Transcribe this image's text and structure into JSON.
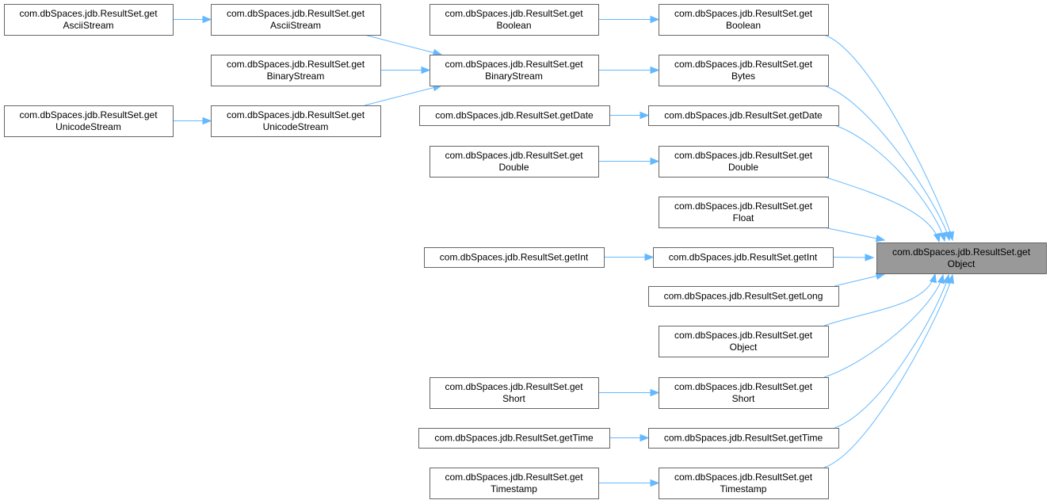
{
  "diagram": {
    "nodes": [
      {
        "id": "target",
        "lines": [
          "com.dbSpaces.jdb.ResultSet.get",
          "Object"
        ],
        "highlighted": true
      },
      {
        "id": "c-boolean",
        "lines": [
          "com.dbSpaces.jdb.ResultSet.get",
          "Boolean"
        ]
      },
      {
        "id": "c-bytes",
        "lines": [
          "com.dbSpaces.jdb.ResultSet.get",
          "Bytes"
        ]
      },
      {
        "id": "c-date",
        "lines": [
          "com.dbSpaces.jdb.ResultSet.getDate"
        ]
      },
      {
        "id": "c-double",
        "lines": [
          "com.dbSpaces.jdb.ResultSet.get",
          "Double"
        ]
      },
      {
        "id": "c-float",
        "lines": [
          "com.dbSpaces.jdb.ResultSet.get",
          "Float"
        ]
      },
      {
        "id": "c-int",
        "lines": [
          "com.dbSpaces.jdb.ResultSet.getInt"
        ]
      },
      {
        "id": "c-long",
        "lines": [
          "com.dbSpaces.jdb.ResultSet.getLong"
        ]
      },
      {
        "id": "c-object",
        "lines": [
          "com.dbSpaces.jdb.ResultSet.get",
          "Object"
        ]
      },
      {
        "id": "c-short",
        "lines": [
          "com.dbSpaces.jdb.ResultSet.get",
          "Short"
        ]
      },
      {
        "id": "c-time",
        "lines": [
          "com.dbSpaces.jdb.ResultSet.getTime"
        ]
      },
      {
        "id": "c-timestamp",
        "lines": [
          "com.dbSpaces.jdb.ResultSet.get",
          "Timestamp"
        ]
      },
      {
        "id": "b-boolean",
        "lines": [
          "com.dbSpaces.jdb.ResultSet.get",
          "Boolean"
        ]
      },
      {
        "id": "b-binary",
        "lines": [
          "com.dbSpaces.jdb.ResultSet.get",
          "BinaryStream"
        ]
      },
      {
        "id": "b-date",
        "lines": [
          "com.dbSpaces.jdb.ResultSet.getDate"
        ]
      },
      {
        "id": "b-double",
        "lines": [
          "com.dbSpaces.jdb.ResultSet.get",
          "Double"
        ]
      },
      {
        "id": "b-int",
        "lines": [
          "com.dbSpaces.jdb.ResultSet.getInt"
        ]
      },
      {
        "id": "b-short",
        "lines": [
          "com.dbSpaces.jdb.ResultSet.get",
          "Short"
        ]
      },
      {
        "id": "b-time",
        "lines": [
          "com.dbSpaces.jdb.ResultSet.getTime"
        ]
      },
      {
        "id": "b-timestamp",
        "lines": [
          "com.dbSpaces.jdb.ResultSet.get",
          "Timestamp"
        ]
      },
      {
        "id": "a-ascii",
        "lines": [
          "com.dbSpaces.jdb.ResultSet.get",
          "AsciiStream"
        ]
      },
      {
        "id": "a-binary",
        "lines": [
          "com.dbSpaces.jdb.ResultSet.get",
          "BinaryStream"
        ]
      },
      {
        "id": "a-unicode",
        "lines": [
          "com.dbSpaces.jdb.ResultSet.get",
          "UnicodeStream"
        ]
      },
      {
        "id": "z-ascii",
        "lines": [
          "com.dbSpaces.jdb.ResultSet.get",
          "AsciiStream"
        ]
      },
      {
        "id": "z-unicode",
        "lines": [
          "com.dbSpaces.jdb.ResultSet.get",
          "UnicodeStream"
        ]
      }
    ],
    "edges": [
      {
        "from": "c-boolean",
        "to": "target"
      },
      {
        "from": "c-bytes",
        "to": "target"
      },
      {
        "from": "c-date",
        "to": "target"
      },
      {
        "from": "c-double",
        "to": "target"
      },
      {
        "from": "c-float",
        "to": "target"
      },
      {
        "from": "c-int",
        "to": "target"
      },
      {
        "from": "c-long",
        "to": "target"
      },
      {
        "from": "c-object",
        "to": "target"
      },
      {
        "from": "c-short",
        "to": "target"
      },
      {
        "from": "c-time",
        "to": "target"
      },
      {
        "from": "c-timestamp",
        "to": "target"
      },
      {
        "from": "b-boolean",
        "to": "c-boolean"
      },
      {
        "from": "b-binary",
        "to": "c-bytes"
      },
      {
        "from": "b-date",
        "to": "c-date"
      },
      {
        "from": "b-double",
        "to": "c-double"
      },
      {
        "from": "b-int",
        "to": "c-int"
      },
      {
        "from": "b-short",
        "to": "c-short"
      },
      {
        "from": "b-time",
        "to": "c-time"
      },
      {
        "from": "b-timestamp",
        "to": "c-timestamp"
      },
      {
        "from": "a-ascii",
        "to": "b-binary"
      },
      {
        "from": "a-binary",
        "to": "b-binary"
      },
      {
        "from": "a-unicode",
        "to": "b-binary"
      },
      {
        "from": "z-ascii",
        "to": "a-ascii"
      },
      {
        "from": "z-unicode",
        "to": "a-unicode"
      }
    ],
    "colors": {
      "edge": "#63b8ff",
      "node_border": "#666666",
      "node_fill": "#ffffff",
      "highlight_fill": "#999999"
    }
  }
}
